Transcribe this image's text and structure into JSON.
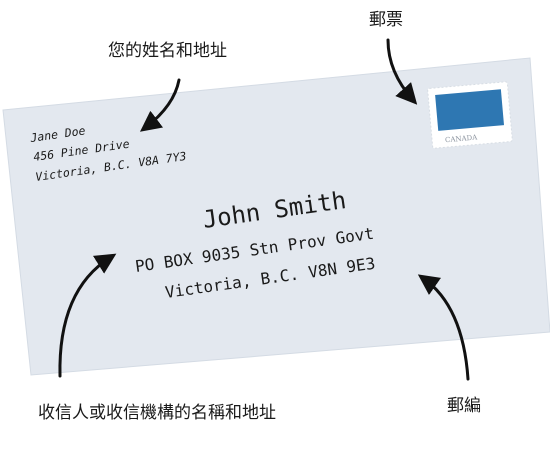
{
  "envelope": {
    "fill": "#e3e8ef",
    "return_address": {
      "line1": "Jane Doe",
      "line2": "456 Pine Drive",
      "line3": "Victoria, B.C.  V8A 7Y3"
    },
    "recipient": {
      "name": "John Smith",
      "line1": "PO BOX 9035 Stn Prov Govt",
      "line2": "Victoria, B.C.  V8N 9E3"
    },
    "stamp": {
      "color": "#2e77b2",
      "text": "CANADA"
    }
  },
  "labels": {
    "return_address": "您的姓名和地址",
    "stamp": "郵票",
    "recipient": "收信人或收信機構的名稱和地址",
    "postal_code": "郵編"
  },
  "colors": {
    "text": "#1a1a1a",
    "arrow": "#111111"
  }
}
